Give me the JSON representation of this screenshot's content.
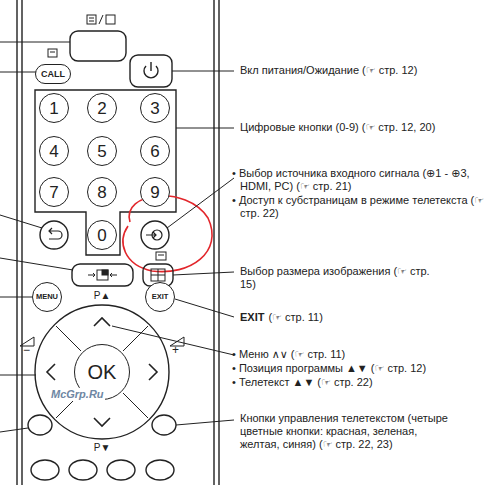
{
  "diagram": {
    "nodes": [
      {
        "text": [
          "CALL"
        ]
      },
      {
        "text": [
          "1"
        ]
      },
      {
        "text": [
          "2"
        ]
      },
      {
        "text": [
          "3"
        ]
      },
      {
        "text": [
          "4"
        ]
      },
      {
        "text": [
          "5"
        ]
      },
      {
        "text": [
          "6"
        ]
      },
      {
        "text": [
          "7"
        ]
      },
      {
        "text": [
          "8"
        ]
      },
      {
        "text": [
          "9"
        ]
      },
      {
        "text": [
          "0"
        ]
      },
      {
        "text": [
          "MENU"
        ]
      },
      {
        "text": [
          "EXIT"
        ]
      },
      {
        "text": [
          "OK"
        ]
      }
    ],
    "labels": [
      "Вкл питания/Ожидание (☞ стр. 12)",
      "Цифровые кнопки (0-9) (☞ стр. 12, 20)",
      "• Выбор источника входного сигнала (⊕1 - ⊕3, HDMI, PC) (☞ стр. 21)",
      "• Доступ к субстраницам в режиме телетекста (☞ стр. 22)",
      "Выбор размера изображения (☞ стр. 15)",
      "EXIT",
      "(☞ стр. 11)",
      "• Меню ∧∨ (☞ стр. 11)",
      "• Позиция программы ▲▼ (☞ стр. 12)",
      "• Телетекст ▲▼ (☞ стр. 22)",
      "Кнопки управления телетекстом (четыре цветные кнопки: красная, зеленая, желтая, синяя) (☞ стр. 22, 23)",
      "P▲",
      "P▼",
      "−",
      "+",
      "McGrp.Ru"
    ]
  }
}
